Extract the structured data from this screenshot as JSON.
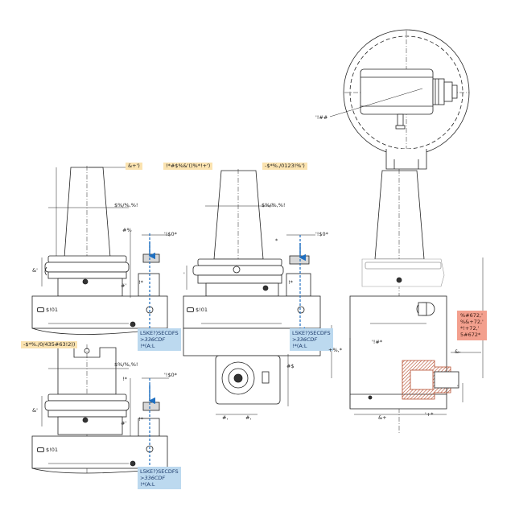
{
  "diagram": {
    "circle_callout": "'!##",
    "top_left": {
      "header_tag": "&+')",
      "dim_width": "$%/%,%!",
      "dim_side_left": "#%",
      "dim_side_top": "'!$0*",
      "dim_height": "&'",
      "dim_small_a": "!*",
      "dim_small_b": "#'",
      "plate_text": "$!01",
      "info_lines": [
        "L5KE?)SECDFS",
        ">336CDF",
        "!*(A:L"
      ]
    },
    "top_middle": {
      "header_tag_a": "!*#$%&'()%*!+')",
      "header_tag_b": "-$*%./0123!%')",
      "dim_width": "$%/%,%!",
      "dim_side_top": "'!$0*",
      "dim_star": "*",
      "dim_small_a": "!*",
      "dim_left": "'",
      "plate_text": "$!01",
      "info_lines": [
        "L5KE?)SECDFS",
        ">336CDF",
        "!*(A:L"
      ],
      "dim_right_outer": "+%,*",
      "dim_right_inner": "#$",
      "dim_bottom_a": "#,",
      "dim_bottom_b": "#,"
    },
    "bottom_left": {
      "header_tag": "-$*%./0/435#63!2))",
      "dim_width": "$%/%,%!",
      "dim_side_left": "!*",
      "dim_side_top": "'!$0*",
      "dim_height": "&'",
      "dim_small_a": "!*",
      "dim_small_b": "#'",
      "plate_text": "$!01",
      "info_lines": [
        "L5KE?)SECDFS",
        ">336CDF",
        "!*(A:L"
      ]
    },
    "right": {
      "dim_inner": "'!#*",
      "dim_right_small": "&-",
      "dim_right_tiny": "'",
      "dim_bottom_a": "&+",
      "dim_bottom_b": "'+*",
      "info_lines": [
        "%#672,'",
        "%&+72,'",
        "*!+72,'",
        "5#672*"
      ]
    }
  }
}
